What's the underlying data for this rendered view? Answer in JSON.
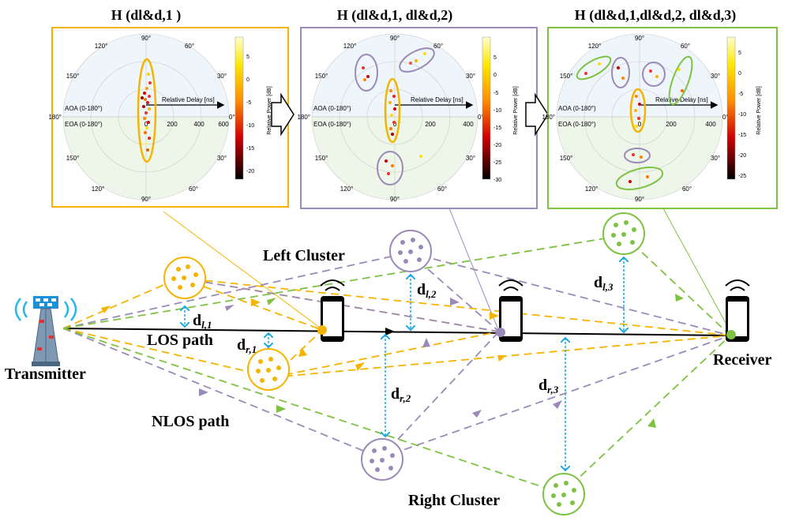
{
  "panels": [
    {
      "title_prefix": "H (",
      "title_args": "d",
      "title_subscript": "l&d,1",
      "title_suffix": " )",
      "title_full": "H (dl&d,1 )",
      "aoa_label": "AOA (0-180°)",
      "eoa_label": "EOA (0-180°)",
      "delay_label": "Relative Delay [ns]",
      "delay_ticks": [
        "0",
        "200",
        "400",
        "600"
      ],
      "colorbar_label": "Relative Power [dB]",
      "colorbar_ticks": [
        "5",
        "0",
        "-5",
        "-10",
        "-15",
        "-20"
      ],
      "angle_labels": [
        "90°",
        "60°",
        "30°",
        "0°",
        "120°",
        "150°",
        "180°",
        "150°",
        "120°",
        "90°",
        "60°",
        "30°"
      ],
      "accent": "#f5b400"
    },
    {
      "title_full": "H (dl&d,1, dl&d,2)",
      "aoa_label": "AOA (0-180°)",
      "eoa_label": "EOA (0-180°)",
      "delay_label": "Relative Delay [ns]",
      "delay_ticks": [
        "0",
        "200",
        "400"
      ],
      "colorbar_label": "Relative Power [dB]",
      "colorbar_ticks": [
        "5",
        "0",
        "-5",
        "-10",
        "-15",
        "-20",
        "-25",
        "-30"
      ],
      "angle_labels": [
        "90°",
        "60°",
        "30°",
        "0°",
        "120°",
        "150°",
        "180°",
        "150°",
        "120°",
        "90°",
        "60°",
        "30°"
      ],
      "accent": "#9b8ab8"
    },
    {
      "title_full": "H (dl&d,1,dl&d,2, dl&d,3)",
      "aoa_label": "AOA (0-180°)",
      "eoa_label": "EOA (0-180°)",
      "delay_label": "Relative Delay [ns]",
      "delay_ticks": [
        "0",
        "200",
        "400"
      ],
      "colorbar_label": "Relative Power [dB]",
      "colorbar_ticks": [
        "5",
        "0",
        "-5",
        "-10",
        "-15",
        "-20",
        "-25"
      ],
      "angle_labels": [
        "90°",
        "60°",
        "30°",
        "0°",
        "120°",
        "150°",
        "180°",
        "150°",
        "120°",
        "90°",
        "60°",
        "30°"
      ],
      "accent": "#7dc242"
    }
  ],
  "labels": {
    "transmitter": "Transmitter",
    "receiver": "Receiver",
    "left_cluster": "Left Cluster",
    "right_cluster": "Right Cluster",
    "los_path": "LOS path",
    "nlos_path": "NLOS path"
  },
  "distances": {
    "dl1": {
      "main": "d",
      "sub": "l,1"
    },
    "dr1": {
      "main": "d",
      "sub": "r,1"
    },
    "dl2": {
      "main": "d",
      "sub": "l,2"
    },
    "dr2": {
      "main": "d",
      "sub": "r,2"
    },
    "dl3": {
      "main": "d",
      "sub": "l,3"
    },
    "dr3": {
      "main": "d",
      "sub": "r,3"
    }
  },
  "colors": {
    "yellow": "#f5b400",
    "purple": "#9b8ab8",
    "green": "#7dc242",
    "cyan": "#1ea7e1",
    "black": "#000000"
  }
}
